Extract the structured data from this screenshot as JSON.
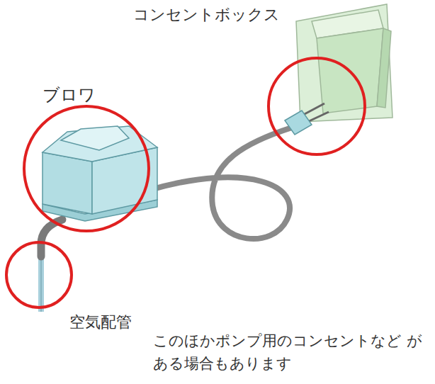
{
  "diagram": {
    "labels": [
      "コンセントボックス",
      "ブロワ",
      "空気配管",
      "このほかポンプ用のコンセントなど がある場合もあります"
    ]
  }
}
